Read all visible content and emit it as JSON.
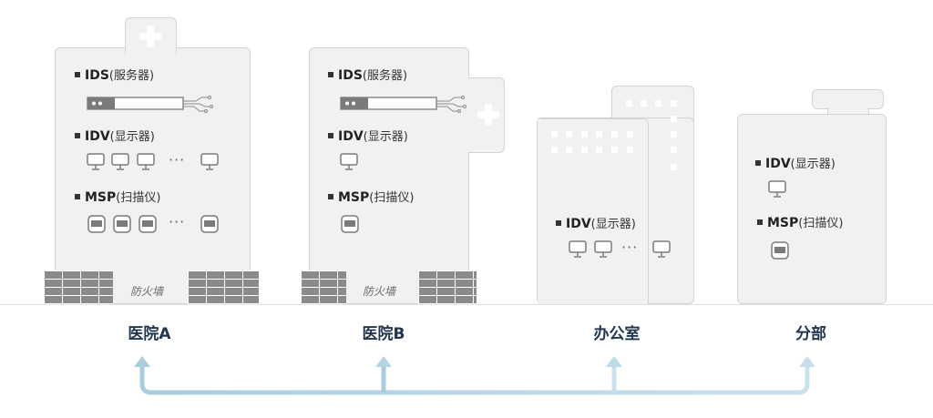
{
  "sites": {
    "hospital_a": {
      "label": "医院A",
      "ids_key": "IDS",
      "ids_paren": "(服务器)",
      "idv_key": "IDV",
      "idv_paren": "(显示器)",
      "msp_key": "MSP",
      "msp_paren": "(扫描仪)",
      "ellipsis": "···",
      "firewall": "防火墙"
    },
    "hospital_b": {
      "label": "医院B",
      "ids_key": "IDS",
      "ids_paren": "(服务器)",
      "idv_key": "IDV",
      "idv_paren": "(显示器)",
      "msp_key": "MSP",
      "msp_paren": "(扫描仪)",
      "firewall": "防火墙"
    },
    "office": {
      "label": "办公室",
      "idv_key": "IDV",
      "idv_paren": "(显示器)",
      "ellipsis": "···"
    },
    "branch": {
      "label": "分部",
      "idv_key": "IDV",
      "idv_paren": "(显示器)",
      "msp_key": "MSP",
      "msp_paren": "(扫描仪)"
    }
  },
  "colors": {
    "building_fill": "#f1f1f1",
    "building_border": "#d3d3d3",
    "device_stroke": "#7a7a7a",
    "label_text": "#1f3550",
    "connector": "#bcd7e6",
    "wall": "#8a8a8a"
  },
  "icons": [
    "hospital-cross-icon",
    "server-icon",
    "monitor-icon",
    "scanner-icon",
    "firewall-icon",
    "arrow-up-icon"
  ]
}
